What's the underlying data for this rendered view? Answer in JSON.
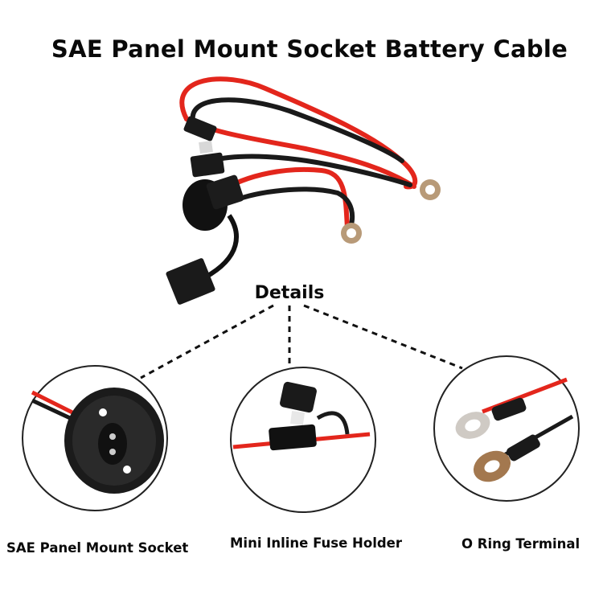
{
  "title": "SAE Panel Mount Socket Battery Cable",
  "details_label": "Details",
  "callouts": [
    {
      "label": "SAE Panel Mount Socket",
      "icon": "panel-mount-socket"
    },
    {
      "label": "Mini Inline Fuse Holder",
      "icon": "inline-fuse-holder"
    },
    {
      "label": "O Ring Terminal",
      "icon": "o-ring-terminal"
    }
  ],
  "colors": {
    "wire_red": "#e3261c",
    "wire_black": "#1a1a1a",
    "terminal_metal": "#b89a78",
    "circle_outline": "#222222"
  }
}
